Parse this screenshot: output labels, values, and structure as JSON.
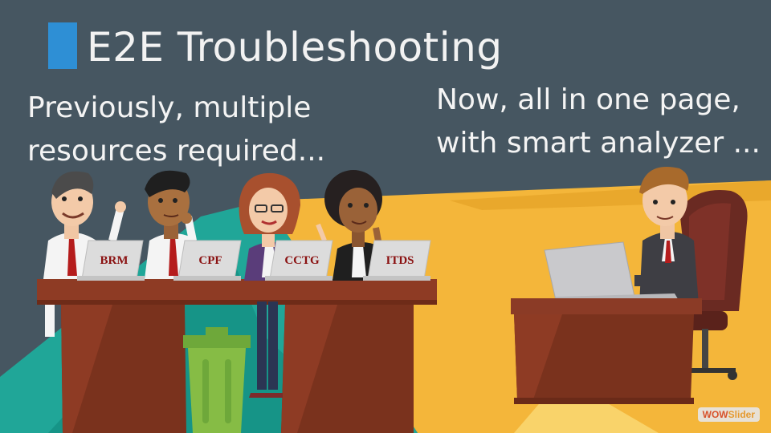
{
  "slide": {
    "title": "E2E Troubleshooting",
    "caption_left_line1": "Previously, multiple",
    "caption_left_line2": "resources required...",
    "caption_right_line1": "Now, all in one page,",
    "caption_right_line2": "with smart analyzer ...",
    "laptop_labels": [
      "BRM",
      "CPF",
      "CCTG",
      "ITDS"
    ],
    "watermark_part1": "WOW",
    "watermark_part2": "Slider"
  },
  "colors": {
    "background": "#465661",
    "accent_blue": "#2e8fd5",
    "yellow": "#f4b63a",
    "teal": "#23a89a",
    "desk": "#8b3b26"
  }
}
